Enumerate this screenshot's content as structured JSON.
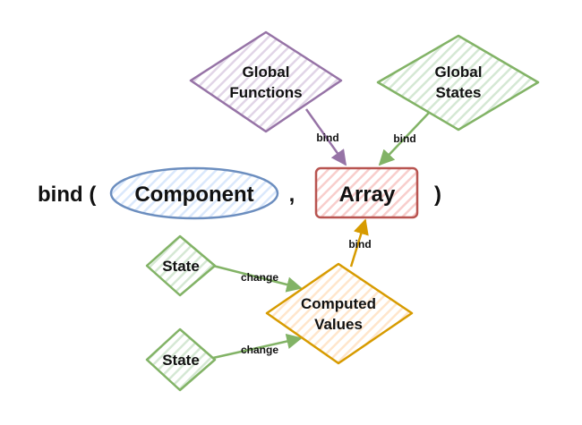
{
  "expression": {
    "prefix": "bind (",
    "comma": ",",
    "suffix": ")"
  },
  "nodes": {
    "component": {
      "label": "Component",
      "stroke": "#6c8ebf",
      "fill": "#dae8fc"
    },
    "array": {
      "label": "Array",
      "stroke": "#b85450",
      "fill": "#f8cecc"
    },
    "global_functions": {
      "line1": "Global",
      "line2": "Functions",
      "stroke": "#9673a6",
      "fill": "#e1d5e7"
    },
    "global_states": {
      "line1": "Global",
      "line2": "States",
      "stroke": "#82b366",
      "fill": "#d5e8d4"
    },
    "state_1": {
      "label": "State",
      "stroke": "#82b366",
      "fill": "#d5e8d4"
    },
    "state_2": {
      "label": "State",
      "stroke": "#82b366",
      "fill": "#d5e8d4"
    },
    "computed_values": {
      "line1": "Computed",
      "line2": "Values",
      "stroke": "#d79b00",
      "fill": "#ffe6cc"
    }
  },
  "edges": {
    "functions_to_array": "bind",
    "states_to_array": "bind",
    "computed_to_array": "bind",
    "state1_to_computed": "change",
    "state2_to_computed": "change"
  }
}
